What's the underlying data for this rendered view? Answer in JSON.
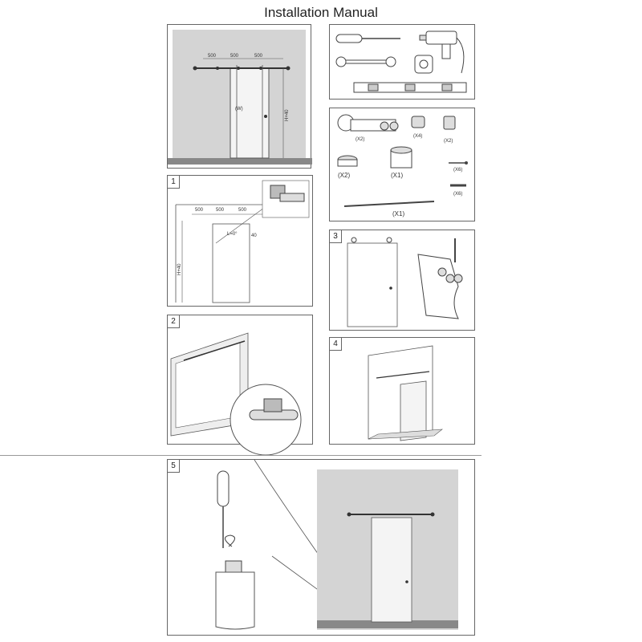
{
  "title": "Installation Manual",
  "overview": {
    "dims": [
      "500",
      "500",
      "500"
    ],
    "door_mark": "(W)",
    "height_label": "H+40"
  },
  "parts": {
    "counts": [
      "(X2)",
      "(X4)",
      "(X2)",
      "(X2)",
      "(X1)",
      "(X6)",
      "(X6)",
      "(X1)"
    ]
  },
  "steps": {
    "s1": {
      "num": "1",
      "dims": [
        "500",
        "500",
        "500"
      ],
      "angle": "L=0°",
      "side_dim": "40",
      "height_label": "H+40"
    },
    "s2": {
      "num": "2"
    },
    "s3": {
      "num": "3"
    },
    "s4": {
      "num": "4"
    },
    "s5": {
      "num": "5"
    }
  },
  "colors": {
    "wall": "#d4d4d4",
    "line": "#555555",
    "door": "#f4f4f4"
  }
}
